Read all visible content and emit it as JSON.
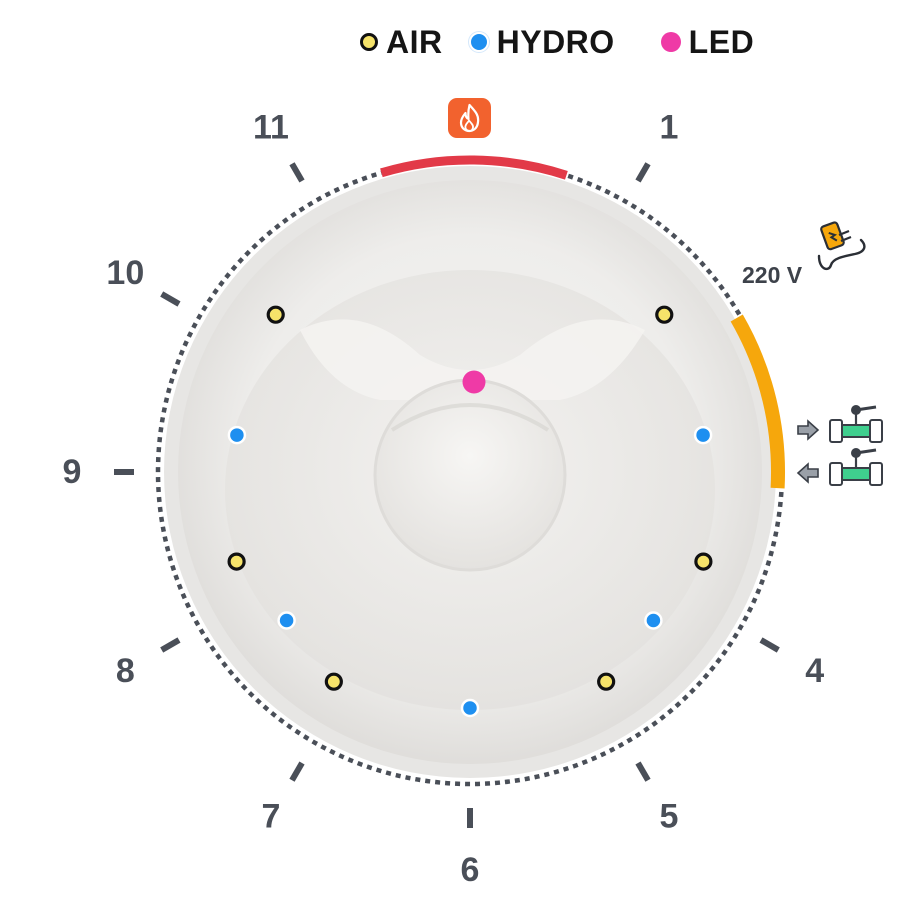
{
  "legend": [
    {
      "key": "air",
      "label": "AIR"
    },
    {
      "key": "hydro",
      "label": "HYDRO"
    },
    {
      "key": "led",
      "label": "LED"
    }
  ],
  "clock_positions": [
    "1",
    "4",
    "5",
    "6",
    "7",
    "8",
    "9",
    "10",
    "11"
  ],
  "power": {
    "label": "220 V"
  },
  "icons": {
    "heater": "flame-icon",
    "power": "power-plug-icon",
    "water_in": "water-valve-inlet-icon",
    "water_out": "water-valve-outlet-icon"
  },
  "colors": {
    "air": "#f6e36a",
    "hydro": "#1e8ff0",
    "led": "#ef3aa6",
    "heater_segment": "#e23a48",
    "power_segment": "#f6a70c",
    "heater_icon_bg": "#f2622e",
    "labels": "#4a4f58",
    "tub": "#f1f0ee"
  },
  "jets": {
    "air": [
      {
        "clock": 10.3
      },
      {
        "clock": 1.7
      },
      {
        "clock": 8.3
      },
      {
        "clock": 3.7
      },
      {
        "clock": 7.1
      },
      {
        "clock": 4.9
      }
    ],
    "hydro": [
      {
        "clock": 9.3
      },
      {
        "clock": 2.7
      },
      {
        "clock": 7.7
      },
      {
        "clock": 4.3
      },
      {
        "clock": 6.0
      }
    ],
    "led": [
      {
        "clock": 0
      }
    ]
  }
}
